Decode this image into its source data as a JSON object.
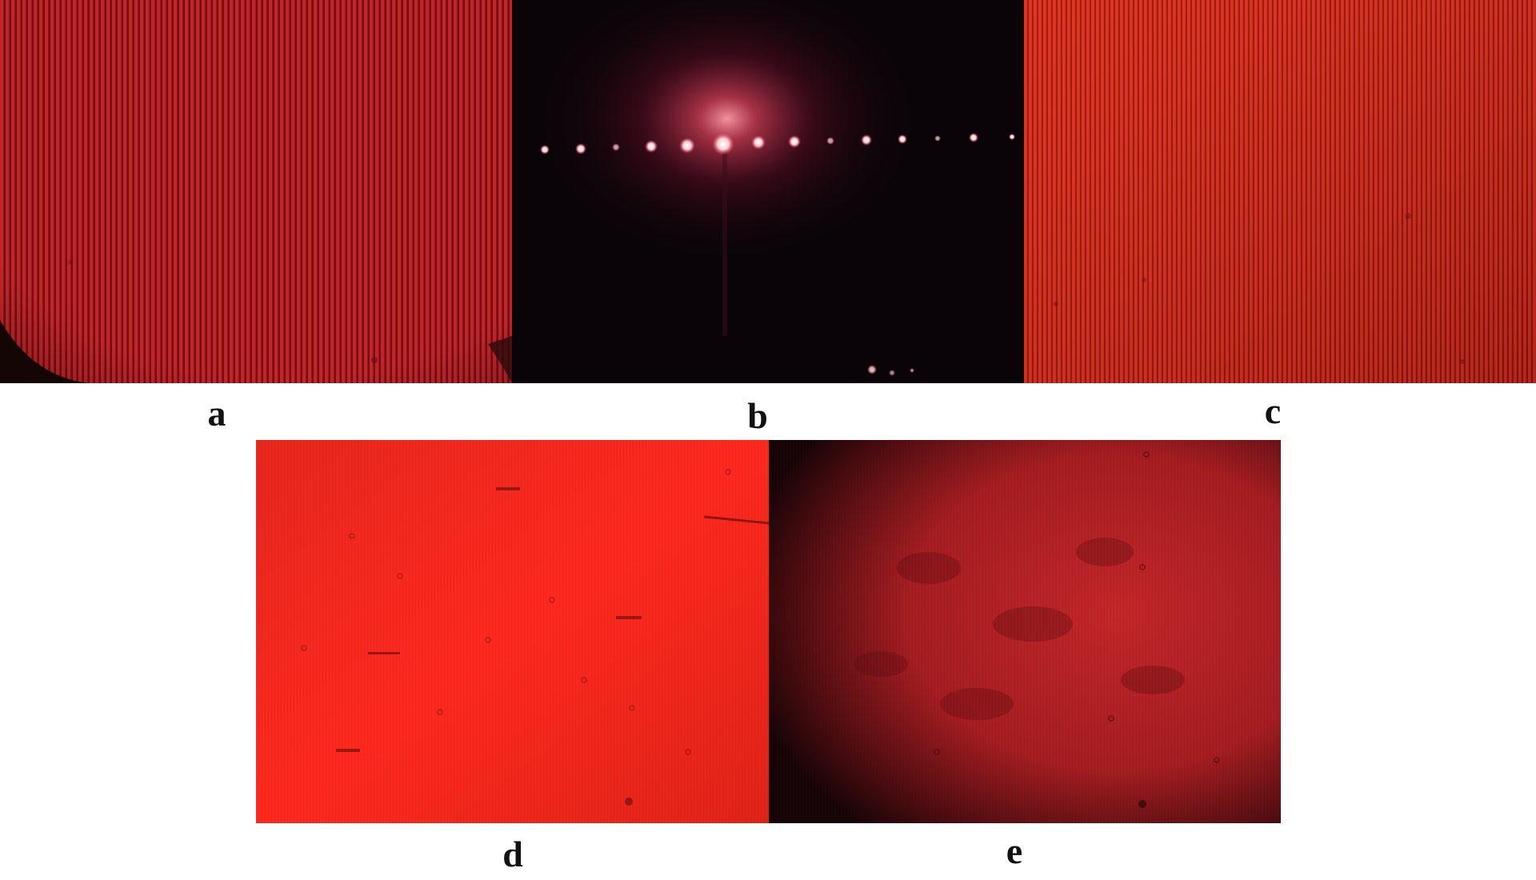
{
  "panels": [
    {
      "id": "a",
      "label": "a",
      "description_kind": "vertical-grating-micrograph"
    },
    {
      "id": "b",
      "label": "b",
      "description_kind": "diffraction-pattern"
    },
    {
      "id": "c",
      "label": "c",
      "description_kind": "vertical-grating-micrograph"
    },
    {
      "id": "d",
      "label": "d",
      "description_kind": "uniform-red-micrograph"
    },
    {
      "id": "e",
      "label": "e",
      "description_kind": "dark-edge-red-micrograph"
    }
  ],
  "colors": {
    "grating_red": "#c8232a",
    "grating_dark": "#7a1216",
    "bright_red": "#ff2a1e",
    "dark_background": "#0a0408",
    "spot_white": "#ffe6ea",
    "page_background": "#ffffff",
    "label_text": "#111111"
  }
}
